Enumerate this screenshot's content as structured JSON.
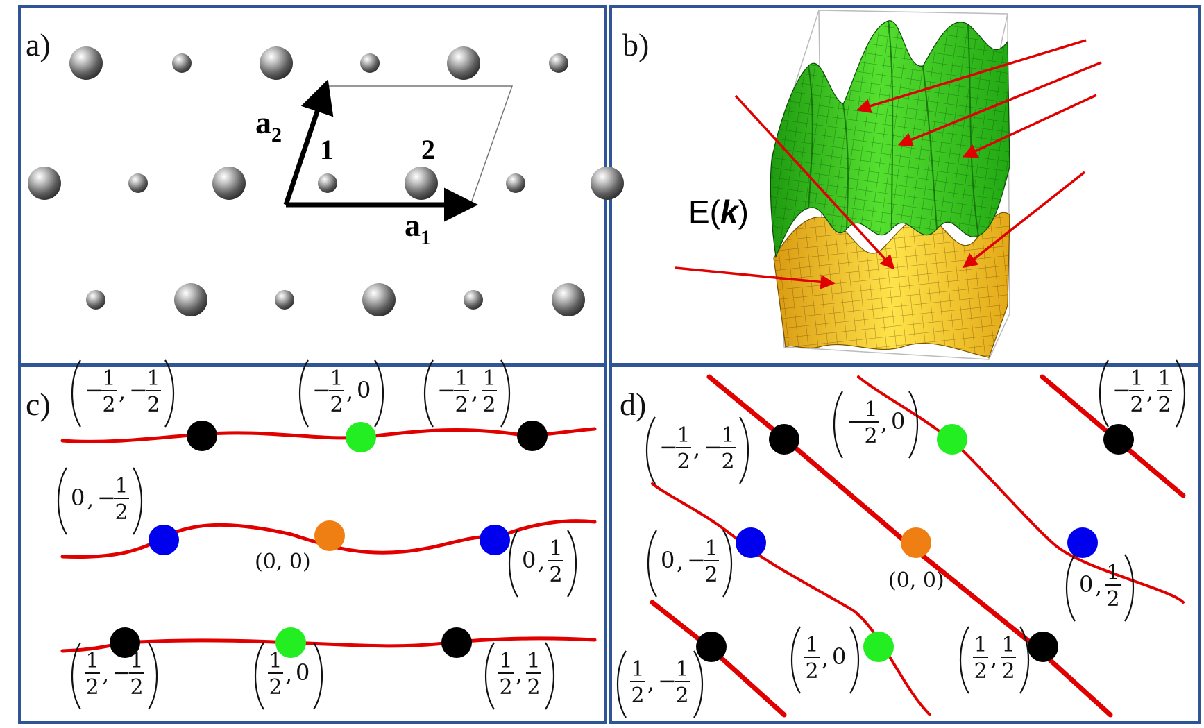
{
  "panels": {
    "a": {
      "letter": "a)",
      "vector_a1": {
        "base": "a",
        "sub": "1"
      },
      "vector_a2": {
        "base": "a",
        "sub": "2"
      },
      "site_1": "1",
      "site_2": "2"
    },
    "b": {
      "letter": "b)",
      "energy_label": {
        "prefix": "E(",
        "k": "k",
        "suffix": ")"
      }
    },
    "c": {
      "letter": "c)",
      "plain_labels": [
        "(0, 0)"
      ],
      "points": [
        {
          "id": "c-pt-0",
          "color": "black"
        },
        {
          "id": "c-pt-1",
          "color": "green"
        },
        {
          "id": "c-pt-2",
          "color": "black"
        },
        {
          "id": "c-pt-3",
          "color": "blue"
        },
        {
          "id": "c-pt-4",
          "color": "orange"
        },
        {
          "id": "c-pt-5",
          "color": "blue"
        },
        {
          "id": "c-pt-6",
          "color": "black"
        },
        {
          "id": "c-pt-7",
          "color": "green"
        },
        {
          "id": "c-pt-8",
          "color": "black"
        }
      ]
    },
    "d": {
      "letter": "d)",
      "plain_labels": [
        "(0, 0)"
      ],
      "points": [
        {
          "id": "d-pt-0",
          "color": "black"
        },
        {
          "id": "d-pt-1",
          "color": "green"
        },
        {
          "id": "d-pt-2",
          "color": "black"
        },
        {
          "id": "d-pt-3",
          "color": "blue"
        },
        {
          "id": "d-pt-4",
          "color": "orange"
        },
        {
          "id": "d-pt-5",
          "color": "blue"
        },
        {
          "id": "d-pt-6",
          "color": "black"
        },
        {
          "id": "d-pt-7",
          "color": "green"
        },
        {
          "id": "d-pt-8",
          "color": "black"
        }
      ]
    }
  },
  "fractions": {
    "minus": "−",
    "half_num": "1",
    "half_den": "2",
    "zero": "0",
    "comma": ","
  },
  "colors": {
    "frame": "#2f5597",
    "curve": "#e00000",
    "arrow": "#e00000",
    "black": "#000000",
    "green": "#22ee22",
    "blue": "#0000ee",
    "orange": "#f07f13",
    "upper_band": "#33cc11",
    "lower_band": "#f2c515"
  }
}
